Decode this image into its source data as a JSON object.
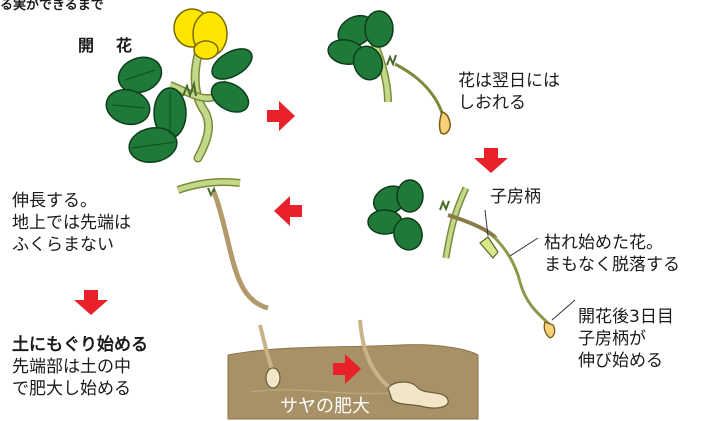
{
  "top_partial_text": "る実ができるまで",
  "stage1": {
    "title": "開　花"
  },
  "stage2": {
    "caption": "花は翌日には\nしおれる"
  },
  "stage3": {
    "ovary_stalk_label": "子房柄",
    "withered_caption": "枯れ始めた花。\nまもなく脱落する",
    "day3_caption": "開花後3日目\n子房柄が\n伸び始める"
  },
  "stage4": {
    "caption": "伸長する。\n地上では先端は\nふくらまない"
  },
  "stage5": {
    "heading": "土にもぐり始める",
    "caption": "先端部は土の中\nで肥大し始める"
  },
  "stage6": {
    "soil_label": "サヤの肥大"
  },
  "colors": {
    "arrow": "#e8212b",
    "leaf": "#1f7a3a",
    "leaf_vein": "#0d4d22",
    "stem": "#c2d98a",
    "flower": "#ffe600",
    "soil": "#a89166",
    "root": "#b39a6a"
  }
}
